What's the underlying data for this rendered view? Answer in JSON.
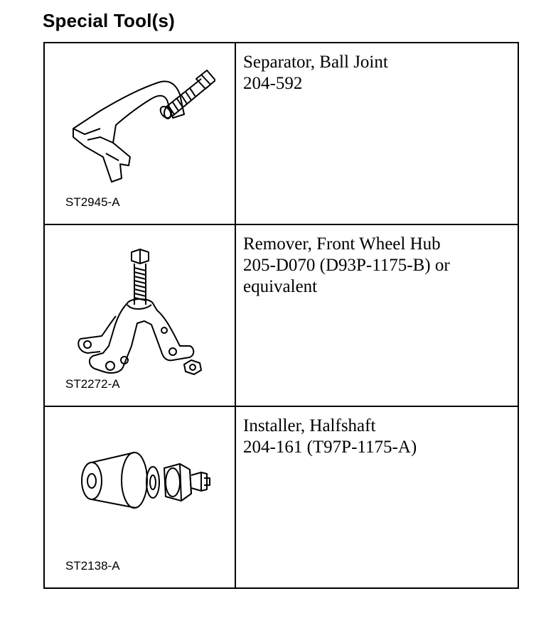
{
  "title": "Special Tool(s)",
  "tools": [
    {
      "id_label": "ST2945-A",
      "name": "Separator, Ball Joint",
      "lines": [
        "204-592"
      ],
      "icon": "ball-joint-separator-icon"
    },
    {
      "id_label": "ST2272-A",
      "name": "Remover, Front Wheel Hub",
      "lines": [
        "205-D070 (D93P-1175-B) or",
        "equivalent"
      ],
      "icon": "wheel-hub-remover-icon"
    },
    {
      "id_label": "ST2138-A",
      "name": "Installer, Halfshaft",
      "lines": [
        "204-161 (T97P-1175-A)"
      ],
      "icon": "halfshaft-installer-icon"
    }
  ]
}
